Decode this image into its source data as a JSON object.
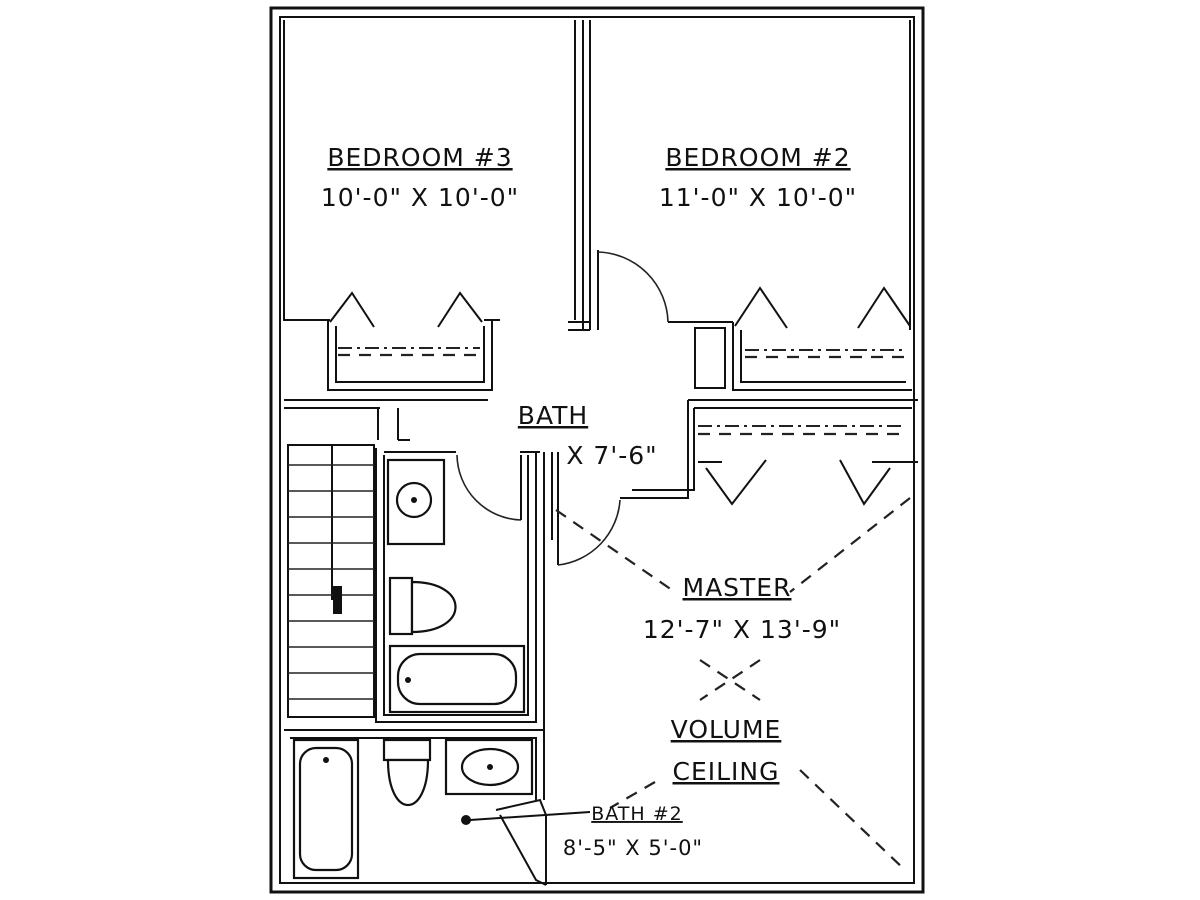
{
  "rooms": {
    "bedroom3": {
      "name": "BEDROOM #3",
      "size": "10'-0\" X 10'-0\""
    },
    "bedroom2": {
      "name": "BEDROOM #2",
      "size": "11'-0\" X 10'-0\""
    },
    "bath": {
      "name": "BATH",
      "size": "X 7'-6\""
    },
    "master": {
      "name": "MASTER",
      "size": "12'-7\" X 13'-9\""
    },
    "volume": {
      "line1": "VOLUME",
      "line2": "CEILING"
    },
    "bath2": {
      "name": "BATH #2",
      "size": "8'-5\" X 5'-0\""
    }
  },
  "colors": {
    "line": "#111111",
    "paper": "#ffffff"
  }
}
